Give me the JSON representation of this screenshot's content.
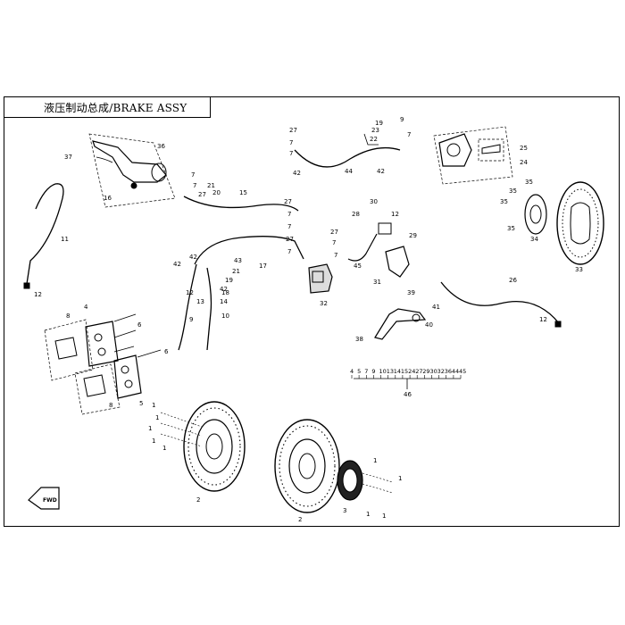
{
  "title": "液压制动总成/BRAKE ASSY",
  "fwd_label": "FWD",
  "bom": {
    "items": [
      "4",
      "5",
      "7",
      "9",
      "10",
      "13",
      "14",
      "15",
      "24",
      "27",
      "29",
      "30",
      "32",
      "36",
      "44",
      "45"
    ],
    "total": "46"
  },
  "callouts": [
    {
      "id": "c36",
      "text": "36"
    },
    {
      "id": "c37",
      "text": "37"
    },
    {
      "id": "c16",
      "text": "16"
    },
    {
      "id": "c7a",
      "text": "7"
    },
    {
      "id": "c7b",
      "text": "7"
    },
    {
      "id": "c21a",
      "text": "21"
    },
    {
      "id": "c27a",
      "text": "27"
    },
    {
      "id": "c20",
      "text": "20"
    },
    {
      "id": "c15",
      "text": "15"
    },
    {
      "id": "c11",
      "text": "11"
    },
    {
      "id": "c12a",
      "text": "12"
    },
    {
      "id": "c27b",
      "text": "27"
    },
    {
      "id": "c7c",
      "text": "7"
    },
    {
      "id": "c7d",
      "text": "7"
    },
    {
      "id": "c42a",
      "text": "42"
    },
    {
      "id": "c19a",
      "text": "19"
    },
    {
      "id": "c22",
      "text": "22"
    },
    {
      "id": "c23",
      "text": "23"
    },
    {
      "id": "c9a",
      "text": "9"
    },
    {
      "id": "c7e",
      "text": "7"
    },
    {
      "id": "c44",
      "text": "44"
    },
    {
      "id": "c42b",
      "text": "42"
    },
    {
      "id": "c25",
      "text": "25"
    },
    {
      "id": "c24",
      "text": "24"
    },
    {
      "id": "c35a",
      "text": "35"
    },
    {
      "id": "c35b",
      "text": "35"
    },
    {
      "id": "c35c",
      "text": "35"
    },
    {
      "id": "c35d",
      "text": "35"
    },
    {
      "id": "c34",
      "text": "34"
    },
    {
      "id": "c33",
      "text": "33"
    },
    {
      "id": "c27c",
      "text": "27"
    },
    {
      "id": "c7f",
      "text": "7"
    },
    {
      "id": "c7g",
      "text": "7"
    },
    {
      "id": "c27d",
      "text": "27"
    },
    {
      "id": "c7h",
      "text": "7"
    },
    {
      "id": "c30",
      "text": "30"
    },
    {
      "id": "c28",
      "text": "28"
    },
    {
      "id": "c12b",
      "text": "12"
    },
    {
      "id": "c27e",
      "text": "27"
    },
    {
      "id": "c7i",
      "text": "7"
    },
    {
      "id": "c7j",
      "text": "7"
    },
    {
      "id": "c29",
      "text": "29"
    },
    {
      "id": "c45",
      "text": "45"
    },
    {
      "id": "c31",
      "text": "31"
    },
    {
      "id": "c42c",
      "text": "42"
    },
    {
      "id": "c43",
      "text": "43"
    },
    {
      "id": "c21b",
      "text": "21"
    },
    {
      "id": "c17",
      "text": "17"
    },
    {
      "id": "c42d",
      "text": "42"
    },
    {
      "id": "c19b",
      "text": "19"
    },
    {
      "id": "c12c",
      "text": "12"
    },
    {
      "id": "c42e",
      "text": "42"
    },
    {
      "id": "c13",
      "text": "13"
    },
    {
      "id": "c18",
      "text": "18"
    },
    {
      "id": "c14",
      "text": "14"
    },
    {
      "id": "c10",
      "text": "10"
    },
    {
      "id": "c9b",
      "text": "9"
    },
    {
      "id": "c32",
      "text": "32"
    },
    {
      "id": "c26",
      "text": "26"
    },
    {
      "id": "c12d",
      "text": "12"
    },
    {
      "id": "c39",
      "text": "39"
    },
    {
      "id": "c41",
      "text": "41"
    },
    {
      "id": "c40",
      "text": "40"
    },
    {
      "id": "c38",
      "text": "38"
    },
    {
      "id": "c8a",
      "text": "8"
    },
    {
      "id": "c4",
      "text": "4"
    },
    {
      "id": "c6a",
      "text": "6"
    },
    {
      "id": "c6b",
      "text": "6"
    },
    {
      "id": "c5",
      "text": "5"
    },
    {
      "id": "c8b",
      "text": "8"
    },
    {
      "id": "c1a",
      "text": "1"
    },
    {
      "id": "c1b",
      "text": "1"
    },
    {
      "id": "c1c",
      "text": "1"
    },
    {
      "id": "c1d",
      "text": "1"
    },
    {
      "id": "c1e",
      "text": "1"
    },
    {
      "id": "c2a",
      "text": "2"
    },
    {
      "id": "c2b",
      "text": "2"
    },
    {
      "id": "c3",
      "text": "3"
    },
    {
      "id": "c1f",
      "text": "1"
    },
    {
      "id": "c1g",
      "text": "1"
    },
    {
      "id": "c1h",
      "text": "1"
    },
    {
      "id": "c1i",
      "text": "1"
    }
  ]
}
